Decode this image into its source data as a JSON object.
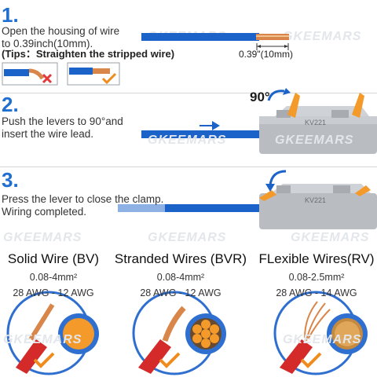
{
  "steps": [
    {
      "number": "1.",
      "text": "Open the housing of wire\nto 0.39inch(10mm).",
      "tip": "(Tips：Straighten the stripped wire)",
      "measurement": "0.39\"(10mm)"
    },
    {
      "number": "2.",
      "text": "Push the levers to 90°and\ninsert the wire lead.",
      "angle_label": "90°"
    },
    {
      "number": "3.",
      "text": "Press the lever to close the clamp.\nWiring completed."
    }
  ],
  "watermark": "GKEEMARS",
  "connector_label": "KV221",
  "wire_types": [
    {
      "title": "Solid Wire (BV)",
      "range": "0.08-4mm²",
      "awg": "28 AWG - 12 AWG"
    },
    {
      "title": "Stranded Wires (BVR)",
      "range": "0.08-4mm²",
      "awg": "28 AWG - 12 AWG"
    },
    {
      "title": "FLexible Wires(RV)",
      "range": "0.08-2.5mm²",
      "awg": "28 AWG - 14 AWG"
    }
  ],
  "colors": {
    "accent_blue": "#1f6fd1",
    "wire_blue": "#1b63c9",
    "copper": "#d9864a",
    "lever_orange": "#f39a2b",
    "check_orange": "#f08c1e",
    "cross_red": "#e23a3a",
    "red_insulation": "#d42a2a",
    "connector_gray": "#b9bcc0"
  }
}
